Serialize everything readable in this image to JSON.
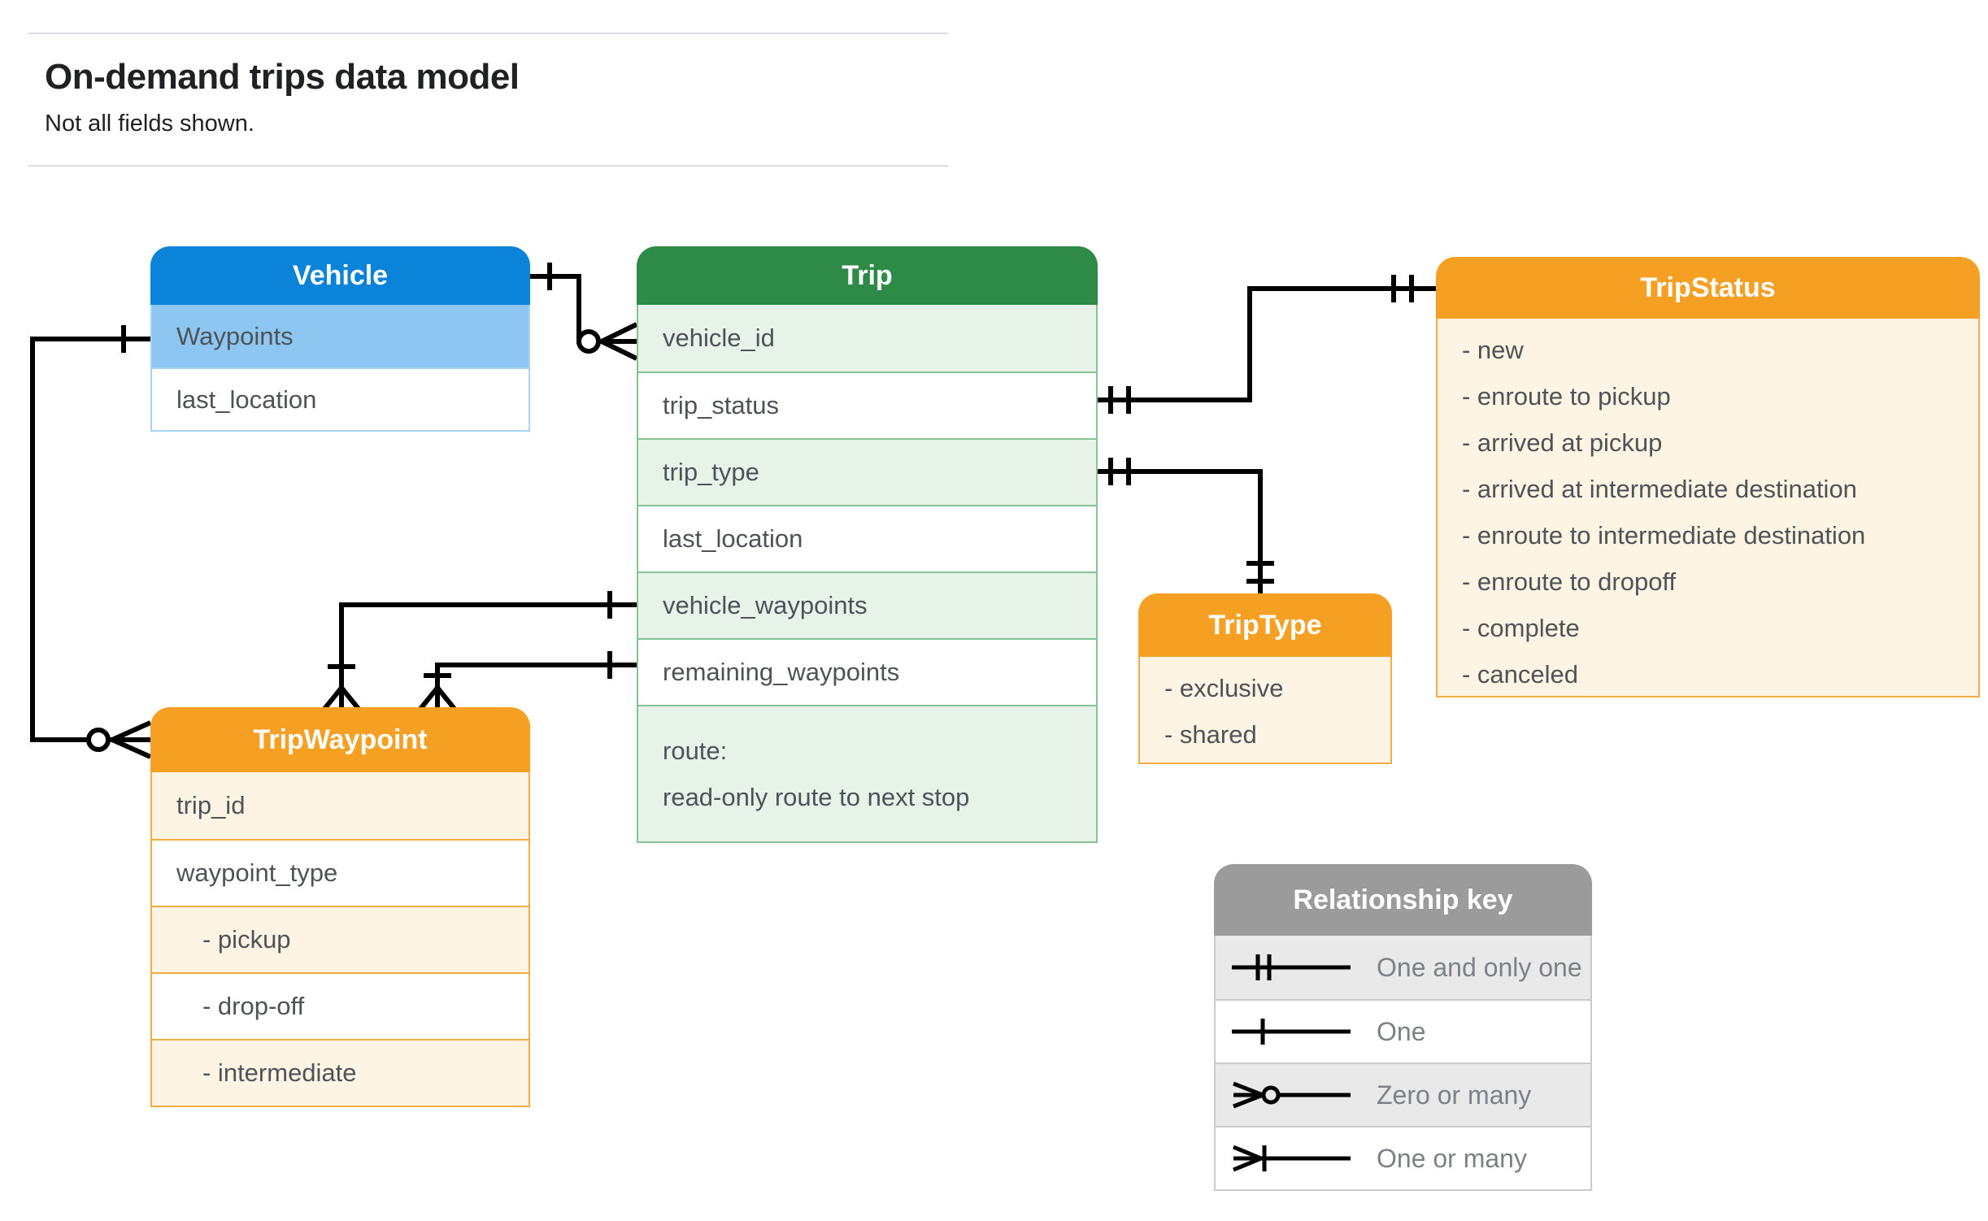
{
  "page": {
    "title": "On-demand trips data model",
    "subtitle": "Not all fields shown."
  },
  "colors": {
    "vehicle_header": "#0B83D8",
    "vehicle_highlight_row": "#8DC6F0",
    "trip_header": "#2E8B47",
    "trip_row_tint": "#E7F2E9",
    "enum_header": "#F5A023",
    "enum_row_tint": "#FDF4E4",
    "legend_header": "#9B9B9B",
    "legend_row_tint": "#E9E9EA",
    "connector": "#000000"
  },
  "entities": {
    "vehicle": {
      "title": "Vehicle",
      "fields": [
        "Waypoints",
        "last_location"
      ]
    },
    "trip": {
      "title": "Trip",
      "fields": [
        "vehicle_id",
        "trip_status",
        "trip_type",
        "last_location",
        "vehicle_waypoints",
        "remaining_waypoints"
      ],
      "route": [
        "route:",
        "read-only route to next stop"
      ]
    },
    "trip_waypoint": {
      "title": "TripWaypoint",
      "fields": [
        "trip_id",
        "waypoint_type"
      ],
      "values": [
        "- pickup",
        "- drop-off",
        "- intermediate"
      ]
    },
    "trip_status": {
      "title": "TripStatus",
      "values": [
        "- new",
        "- enroute to pickup",
        "- arrived at pickup",
        "- arrived at intermediate destination",
        "- enroute to intermediate destination",
        "- enroute to dropoff",
        "- complete",
        "- canceled"
      ]
    },
    "trip_type": {
      "title": "TripType",
      "values": [
        "- exclusive",
        "- shared"
      ]
    }
  },
  "legend": {
    "title": "Relationship key",
    "rows": [
      {
        "icon": "one-and-only-one-icon",
        "label": "One and only one"
      },
      {
        "icon": "one-icon",
        "label": "One"
      },
      {
        "icon": "zero-or-many-icon",
        "label": "Zero or many"
      },
      {
        "icon": "one-or-many-icon",
        "label": "One or many"
      }
    ]
  }
}
